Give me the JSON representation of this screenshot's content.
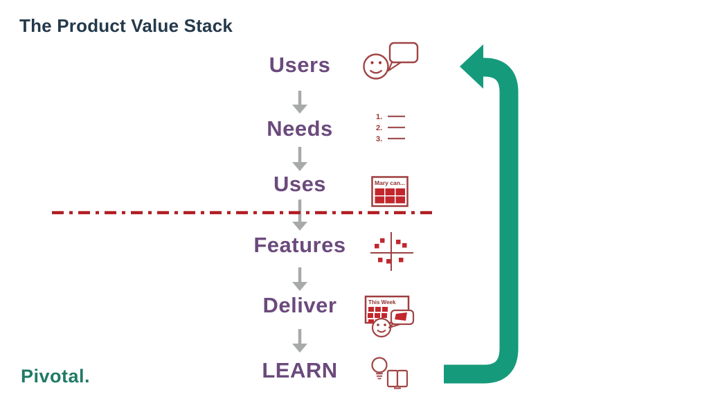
{
  "title": "The Product Value Stack",
  "logo_text": "Pivotal.",
  "stack": {
    "items": [
      {
        "label": "Users",
        "icon": "smiley-speech-bubble-icon"
      },
      {
        "label": "Needs",
        "icon": "numbered-list-icon",
        "list_numbers": [
          "1.",
          "2.",
          "3."
        ]
      },
      {
        "label": "Uses",
        "icon": "story-card-icon",
        "card_title": "Mary can..."
      },
      {
        "label": "Features",
        "icon": "priority-quadrant-icon"
      },
      {
        "label": "Deliver",
        "icon": "week-board-icon",
        "card_title": "This Week"
      },
      {
        "label": "LEARN",
        "icon": "lightbulb-book-icon"
      }
    ]
  },
  "divider": {
    "style": "dash-dot",
    "color": "#b01d22"
  },
  "loop_arrow": {
    "direction": "bottom-to-top",
    "color": "#169a7c"
  },
  "colors": {
    "title_text": "#24394b",
    "stack_text": "#6b4a7c",
    "icon_outline": "#a04444",
    "icon_fill_red": "#c1272d",
    "flow_arrow_gray": "#a8aaa9",
    "loop_arrow_teal": "#169a7c",
    "divider_red": "#b01d22",
    "logo_green": "#1f7a66"
  }
}
